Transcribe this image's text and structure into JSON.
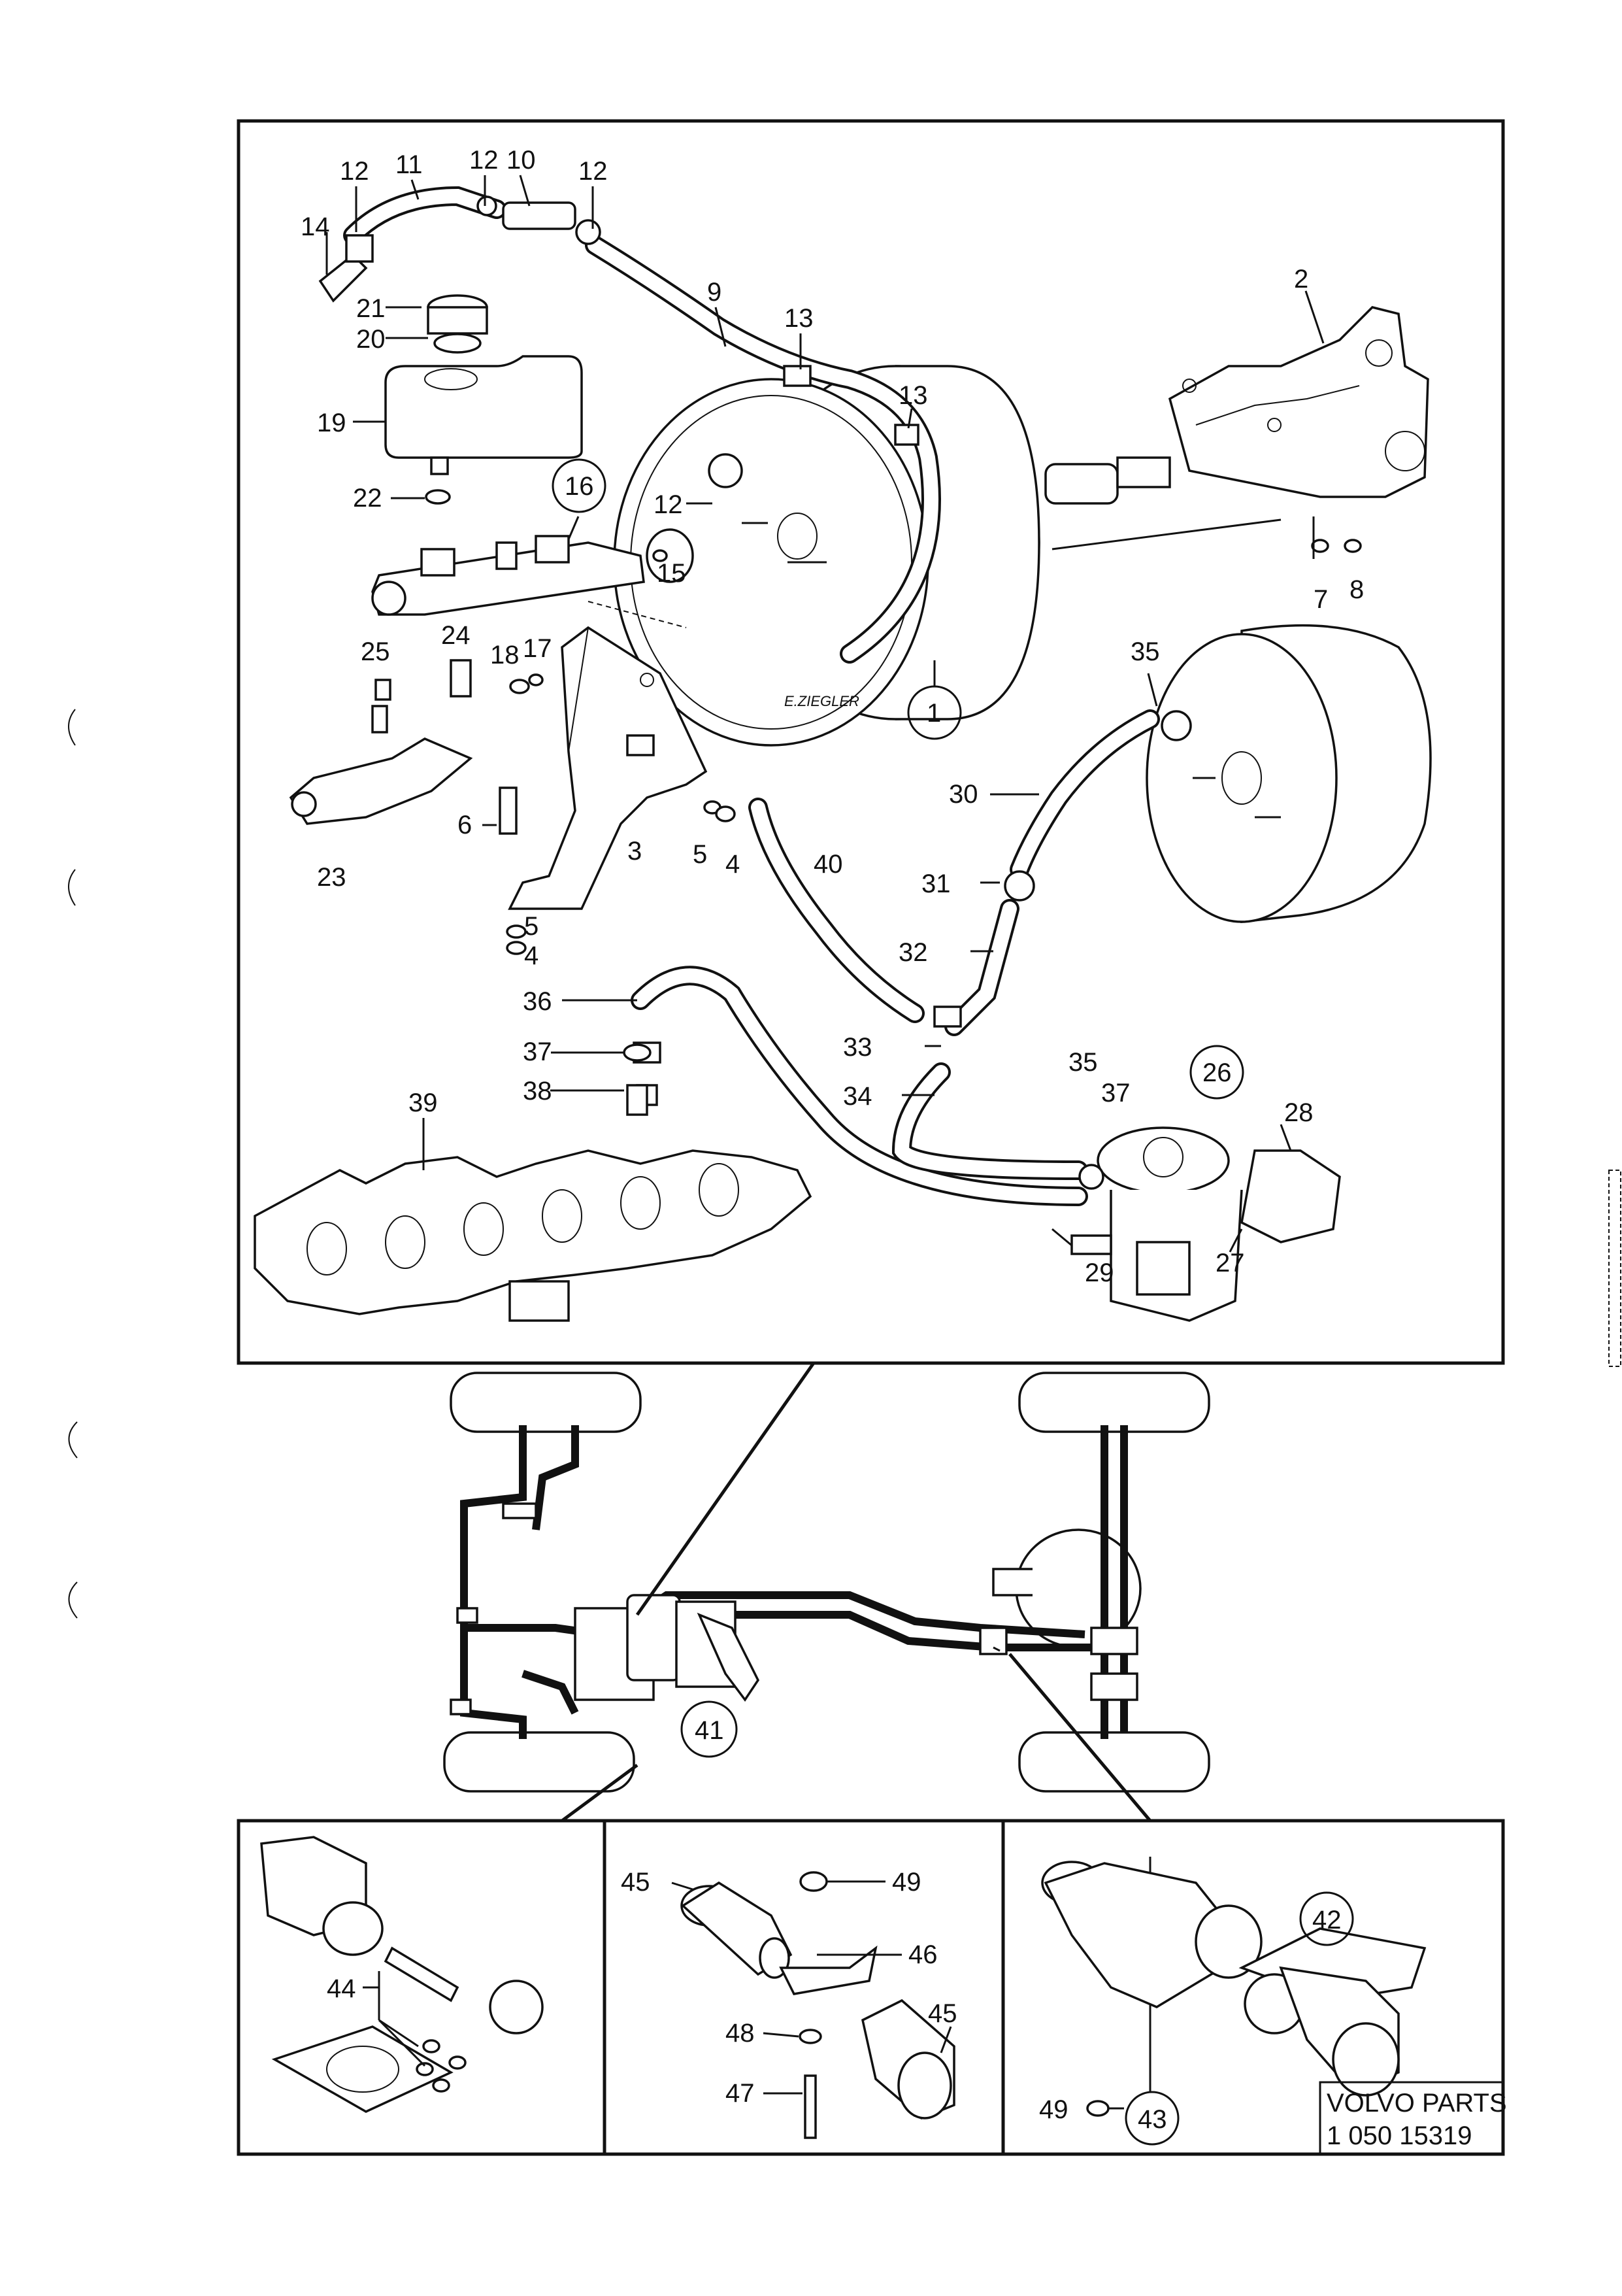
{
  "callouts_main": [
    {
      "n": "12"
    },
    {
      "n": "11"
    },
    {
      "n": "12"
    },
    {
      "n": "10"
    },
    {
      "n": "12"
    },
    {
      "n": "14"
    },
    {
      "n": "21"
    },
    {
      "n": "20"
    },
    {
      "n": "19"
    },
    {
      "n": "22"
    },
    {
      "n": "9"
    },
    {
      "n": "13"
    },
    {
      "n": "13"
    },
    {
      "n": "2"
    },
    {
      "n": "12"
    },
    {
      "n": "16"
    },
    {
      "n": "15"
    },
    {
      "n": "7"
    },
    {
      "n": "8"
    },
    {
      "n": "25"
    },
    {
      "n": "24"
    },
    {
      "n": "18"
    },
    {
      "n": "17"
    },
    {
      "n": "1"
    },
    {
      "n": "35"
    },
    {
      "n": "30"
    },
    {
      "n": "23"
    },
    {
      "n": "6"
    },
    {
      "n": "3"
    },
    {
      "n": "5"
    },
    {
      "n": "4"
    },
    {
      "n": "40"
    },
    {
      "n": "31"
    },
    {
      "n": "5"
    },
    {
      "n": "4"
    },
    {
      "n": "32"
    },
    {
      "n": "36"
    },
    {
      "n": "37"
    },
    {
      "n": "33"
    },
    {
      "n": "38"
    },
    {
      "n": "35"
    },
    {
      "n": "37"
    },
    {
      "n": "26"
    },
    {
      "n": "34"
    },
    {
      "n": "39"
    },
    {
      "n": "28"
    },
    {
      "n": "29"
    },
    {
      "n": "27"
    }
  ],
  "callout_chassis": {
    "n": "41"
  },
  "callouts_bottom": [
    {
      "n": "44"
    },
    {
      "n": "45"
    },
    {
      "n": "49"
    },
    {
      "n": "46"
    },
    {
      "n": "45"
    },
    {
      "n": "48"
    },
    {
      "n": "47"
    },
    {
      "n": "42"
    },
    {
      "n": "49"
    },
    {
      "n": "43"
    }
  ],
  "signature": "E.ZIEGLER",
  "footer": {
    "line1": "VOLVO PARTS",
    "line2": "1 050 15319"
  }
}
